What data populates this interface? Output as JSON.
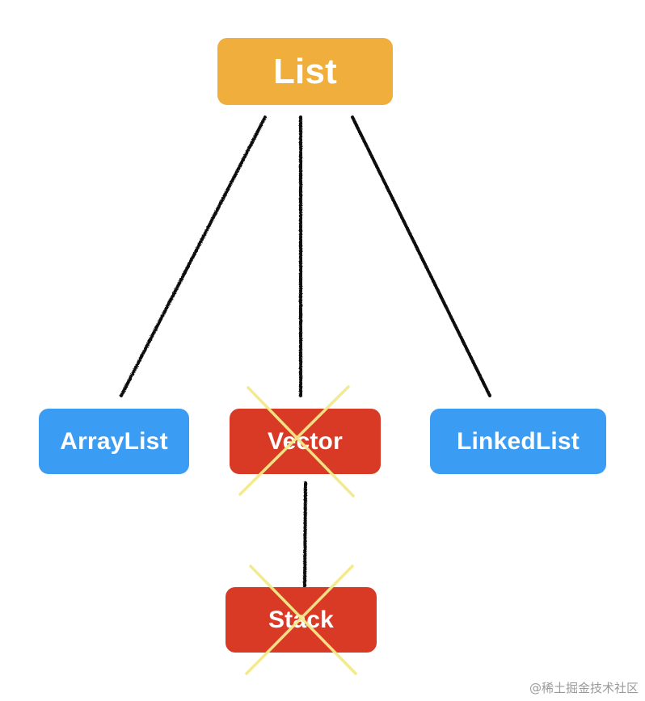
{
  "nodes": {
    "list": {
      "label": "List",
      "color": "#F0AE3C"
    },
    "arraylist": {
      "label": "ArrayList",
      "color": "#3A9CF2"
    },
    "vector": {
      "label": "Vector",
      "color": "#D93A26",
      "crossed_out": true
    },
    "linkedlist": {
      "label": "LinkedList",
      "color": "#3A9CF2"
    },
    "stack": {
      "label": "Stack",
      "color": "#D93A26",
      "crossed_out": true
    }
  },
  "edges": [
    {
      "from": "List",
      "to": "ArrayList"
    },
    {
      "from": "List",
      "to": "Vector"
    },
    {
      "from": "List",
      "to": "LinkedList"
    },
    {
      "from": "Vector",
      "to": "Stack"
    }
  ],
  "colors": {
    "edge": "#111111",
    "cross": "#F3E98A"
  },
  "watermark": "@稀土掘金技术社区"
}
